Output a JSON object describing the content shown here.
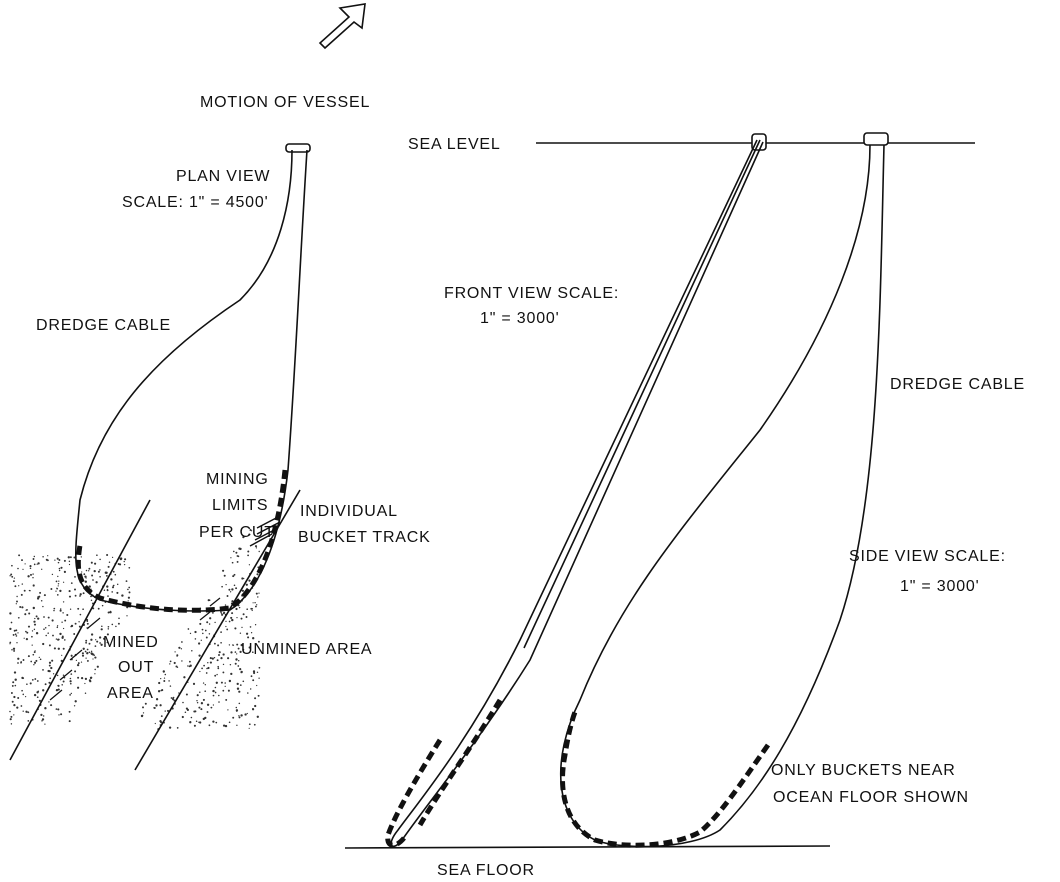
{
  "labels": {
    "motion": "MOTION OF VESSEL",
    "plan_view": "PLAN VIEW",
    "plan_scale": "SCALE:  1\" = 4500'",
    "dredge_cable_left": "DREDGE CABLE",
    "mining_1": "MINING",
    "mining_2": "LIMITS",
    "mining_3": "PER CUT",
    "bucket_1": "INDIVIDUAL",
    "bucket_2": "BUCKET TRACK",
    "mined_1": "MINED",
    "mined_2": "OUT",
    "mined_3": "AREA",
    "unmined": "UNMINED AREA",
    "sea_level": "SEA LEVEL",
    "front_view_1": "FRONT VIEW SCALE:",
    "front_view_2": "1\" = 3000'",
    "dredge_cable_right": "DREDGE CABLE",
    "side_view_1": "SIDE VIEW SCALE:",
    "side_view_2": "1\" = 3000'",
    "buckets_1": "ONLY BUCKETS NEAR",
    "buckets_2": "OCEAN FLOOR SHOWN",
    "sea_floor": "SEA FLOOR"
  }
}
